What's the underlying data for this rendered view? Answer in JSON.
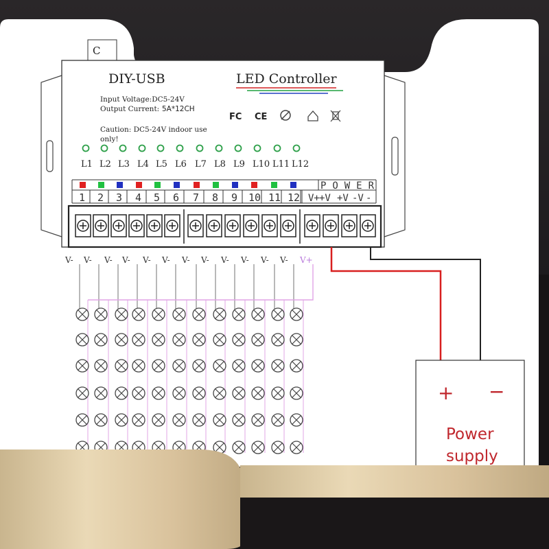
{
  "controller": {
    "title": "DIY-USB",
    "subtitle": "LED Controller",
    "input_voltage": "Input Voltage:DC5-24V",
    "output_current_label": "Output Current:",
    "output_current_value": "5A*12CH",
    "caution_line1": "Caution: DC5-24V indoor use",
    "caution_line2": "only!",
    "cert_fc": "FC",
    "cert_ce": "CE",
    "connector_label": "C",
    "power_label": "POWER"
  },
  "channels": {
    "labels": [
      "L1",
      "L2",
      "L3",
      "L4",
      "L5",
      "L6",
      "L7",
      "L8",
      "L9",
      "L10",
      "L11",
      "L12"
    ],
    "numbers": [
      "1",
      "2",
      "3",
      "4",
      "5",
      "6",
      "7",
      "8",
      "9",
      "10",
      "11",
      "12"
    ],
    "colors": [
      "#e02020",
      "#20c040",
      "#2030c0",
      "#e02020",
      "#20c040",
      "#2030c0",
      "#e02020",
      "#20c040",
      "#2030c0",
      "#e02020",
      "#20c040",
      "#2030c0"
    ],
    "wire_labels": [
      "V-",
      "V-",
      "V-",
      "V-",
      "V-",
      "V-",
      "V-",
      "V-",
      "V-",
      "V-",
      "V-",
      "V-"
    ],
    "common_label": "V+"
  },
  "power_terminals": [
    "V+",
    "+V",
    "+V",
    "-V",
    "-"
  ],
  "power_supply": {
    "plus": "+",
    "minus": "−",
    "line1": "Power",
    "line2": "supply"
  },
  "colors": {
    "red_wire": "#d81f1f",
    "pink_wire": "#e0a4e6",
    "label_red": "#c0272d",
    "led_ring": "#2ea04a"
  }
}
